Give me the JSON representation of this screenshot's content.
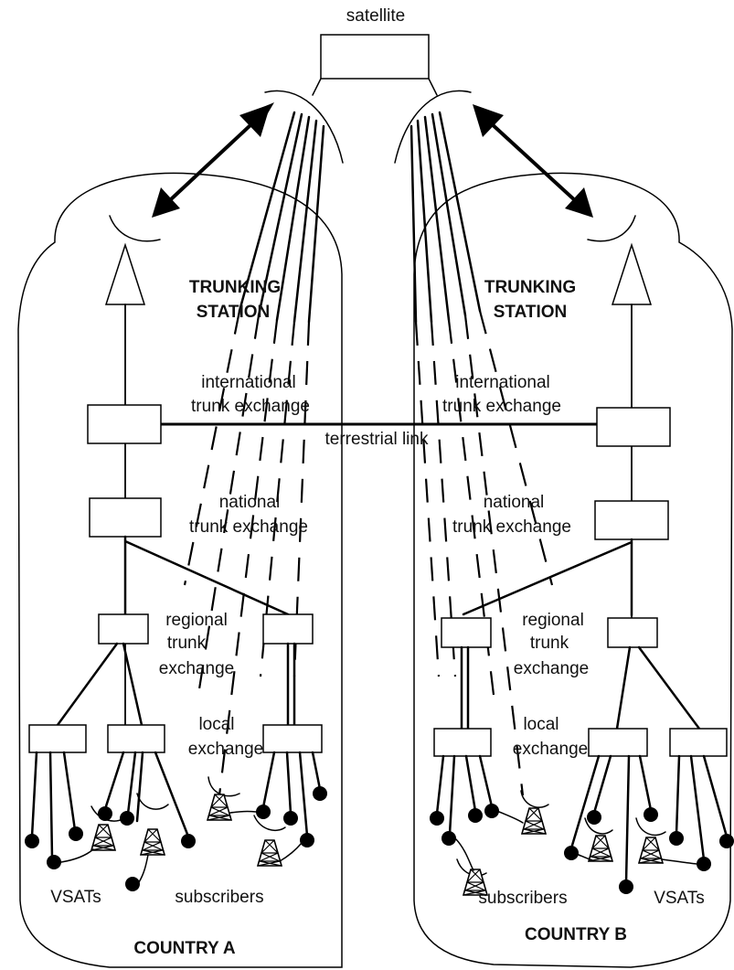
{
  "labels": {
    "satellite": "satellite",
    "trunking_station_line1": "TRUNKING",
    "trunking_station_line2": "STATION",
    "international": "international",
    "trunk_exchange": "trunk exchange",
    "terrestrial_link": "terrestrial link",
    "national": "national",
    "regional": "regional",
    "trunk": "trunk",
    "exchange": "exchange",
    "local": "local",
    "vsats": "VSATs",
    "subscribers": "subscribers",
    "country_a": "COUNTRY A",
    "country_b": "COUNTRY B"
  },
  "icons": {
    "satellite": "rectangle",
    "dish": "dish-arc",
    "antenna": "triangle-antenna",
    "tower": "lattice-tower",
    "subscriber": "filled-circle"
  },
  "colors": {
    "ink": "#000000",
    "paper": "#ffffff"
  }
}
